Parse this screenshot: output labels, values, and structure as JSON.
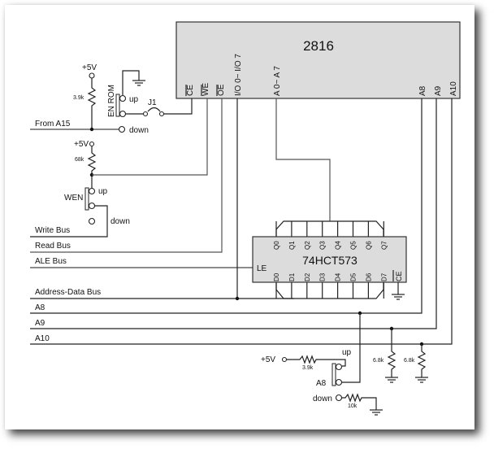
{
  "schematic": {
    "eeprom": {
      "part": "2816",
      "pins": {
        "ce": "CE",
        "we": "WE",
        "oe": "OE",
        "io": "I/O 0~ I/O 7",
        "addr_low": "A 0~ A 7",
        "a8": "A8",
        "a9": "A9",
        "a10": "A10"
      }
    },
    "latch": {
      "part": "74HCT573",
      "le": "LE",
      "q_pins": [
        "Q0",
        "Q1",
        "Q2",
        "Q3",
        "Q4",
        "Q5",
        "Q6",
        "Q7"
      ],
      "d_pins": [
        "D0",
        "D1",
        "D2",
        "D3",
        "D4",
        "D5",
        "D6",
        "D7"
      ],
      "ce": "CE"
    },
    "en_rom": {
      "label": "EN ROM",
      "supply": "+5V",
      "pullup": "3.9k",
      "up": "up",
      "down": "down",
      "jumper": "J1"
    },
    "wen": {
      "label": "WEN",
      "supply": "+5V",
      "pullup": "68k",
      "up": "up",
      "down": "down"
    },
    "a8_switch": {
      "label": "A8",
      "supply": "+5V",
      "series_r": "3.9k",
      "up": "up",
      "down": "down",
      "pulldown": "10k"
    },
    "pulldowns": [
      "6.8k",
      "6.8k"
    ],
    "signals": {
      "from_a15": "From A15",
      "write_bus": "Write Bus",
      "read_bus": "Read Bus",
      "ale_bus": "ALE Bus",
      "addr_data_bus": "Address-Data Bus",
      "a8": "A8",
      "a9": "A9",
      "a10": "A10"
    }
  }
}
